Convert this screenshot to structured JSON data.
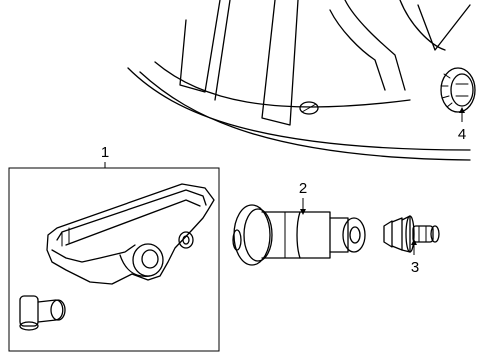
{
  "callouts": {
    "c1": "1",
    "c2": "2",
    "c3": "3",
    "c4": "4"
  },
  "style": {
    "line_color": "#000000",
    "background": "#ffffff"
  }
}
